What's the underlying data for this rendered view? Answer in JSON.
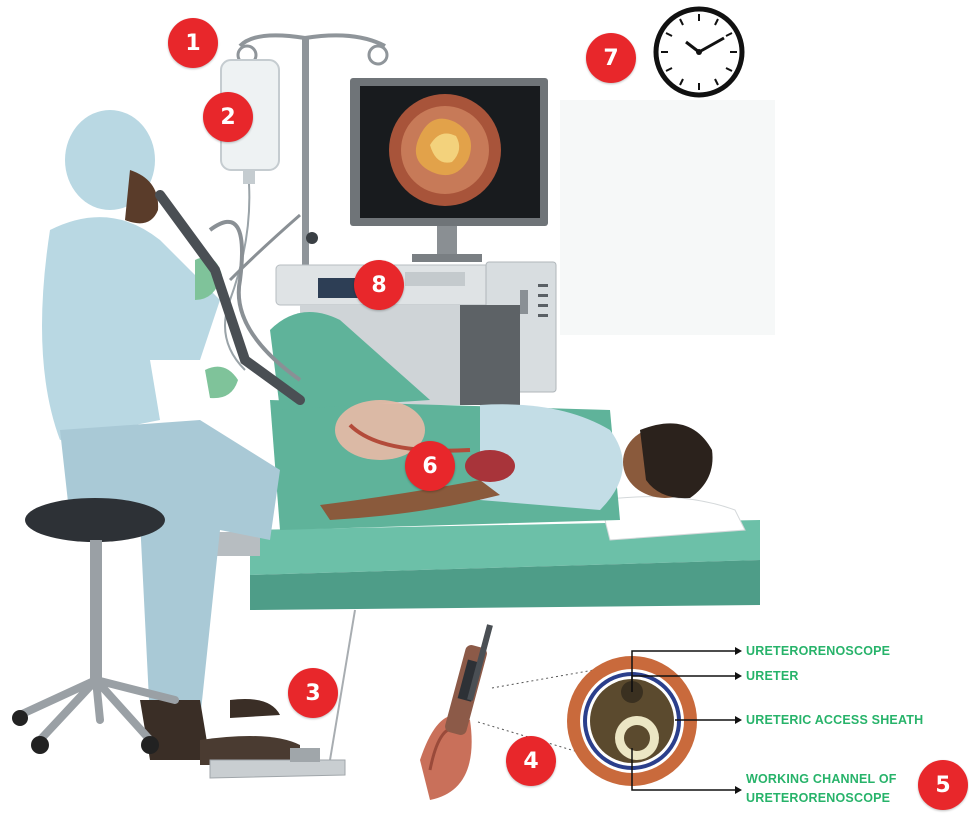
{
  "badges": {
    "b1": "1",
    "b2": "2",
    "b3": "3",
    "b4": "4",
    "b5": "5",
    "b6": "6",
    "b7": "7",
    "b8": "8"
  },
  "labels": {
    "ureterorenoscope": "URETERORENOSCOPE",
    "ureter": "URETER",
    "access_sheath": "URETERIC ACCESS SHEATH",
    "working_channel_line1": "WORKING CHANNEL OF",
    "working_channel_line2": "URETERORENOSCOPE"
  },
  "colors": {
    "badge": "#e8272b",
    "label_green": "#27b36a",
    "scrubs": "#b9d8e3",
    "drape": "#5fb39a",
    "table": "#6cc0a8",
    "ureter_ring": "#c96a3c",
    "sheath_ring": "#2b3f8c"
  }
}
